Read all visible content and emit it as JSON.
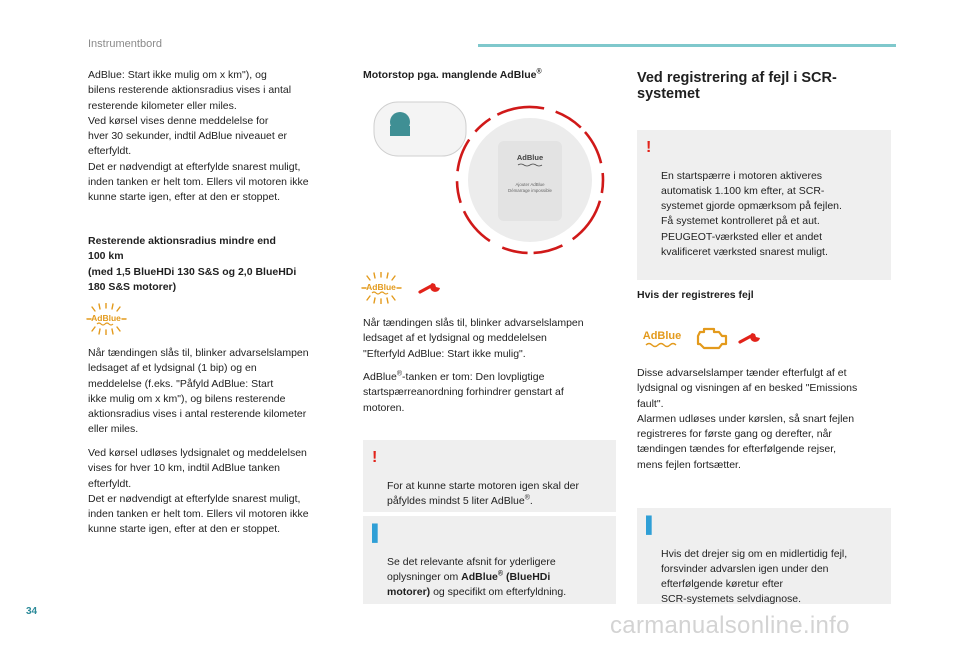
{
  "header": {
    "section": "Instrumentbord",
    "page_number": "34"
  },
  "watermark": "carmanualsonline.info",
  "col1": {
    "p1": "AdBlue: Start ikke mulig om x km\"), og\nbilens resterende aktionsradius vises i antal\nresterende kilometer eller miles.\nVed kørsel vises denne meddelelse for\nhver 30 sekunder, indtil AdBlue niveauet er\nefterfyldt.\nDet er nødvendigt at efterfylde snarest muligt,\ninden tanken er helt tom. Ellers vil motoren ikke\nkunne starte igen, efter at den er stoppet.",
    "heading": "Resterende aktionsradius mindre end\n100 km\n(med 1,5 BlueHDi 130 S&S og 2,0 BlueHDi\n180 S&S motorer)",
    "icon_label": "AdBlue",
    "p2": "Når tændingen slås til, blinker advarselslampen\nledsaget af et lydsignal (1 bip) og en\nmeddelelse (f.eks. \"Påfyld AdBlue: Start\nikke mulig om x km\"), og bilens resterende\naktionsradius vises i antal resterende kilometer\neller miles.",
    "p3": "Ved kørsel udløses lydsignalet og meddelelsen\nvises for hver 10 km, indtil AdBlue tanken\nefterfyldt.\nDet er nødvendigt at efterfylde snarest muligt,\ninden tanken er helt tom. Ellers vil motoren ikke\nkunne starte igen, efter at den er stoppet."
  },
  "col2": {
    "heading": "Motorstop pga. manglende AdBlue",
    "heading_sup": "®",
    "display_badge": "AdBlue",
    "display_line1": "Ajouter AdBlue",
    "display_line2": "Démarrage impossible",
    "icon_label": "AdBlue",
    "p1": "Når tændingen slås til, blinker advarselslampen\nledsaget af et lydsignal og meddelelsen\n\"Efterfyld AdBlue: Start ikke mulig\".",
    "p2_a": "AdBlue",
    "p2_sup": "®",
    "p2_b": "-tanken er tom: Den lovpligtige\nstartspærreanordning forhindrer genstart af\nmotoren.",
    "note1_a": "For at kunne starte motoren igen skal der\npåfyldes mindst 5 liter AdBlue",
    "note1_sup": "®",
    "note1_b": ".",
    "note2_a": "Se det relevante afsnit for yderligere\noplysninger om ",
    "note2_bold1": "AdBlue",
    "note2_sup": "®",
    "note2_bold2": " (BlueHDi\nmotorer)",
    "note2_b": " og specifikt om efterfyldning."
  },
  "col3": {
    "heading": "Ved registrering af fejl i SCR-\nsystemet",
    "note1": "En startspærre i motoren aktiveres\nautomatisk 1.100 km efter, at SCR-\nsystemet gjorde opmærksom på fejlen.\nFå systemet kontrolleret på et aut.\nPEUGEOT-værksted eller et andet\nkvalificeret værksted snarest muligt.",
    "subheading": "Hvis der registreres fejl",
    "icon_label": "AdBlue",
    "p1": "Disse advarselslamper tænder efterfulgt af et\nlydsignal og visningen af en besked \"Emissions\nfault\".\nAlarmen udløses under kørslen, så snart fejlen\nregistreres for første gang og derefter, når\ntændingen tændes for efterfølgende rejser,\nmens fejlen fortsætter.",
    "note2": "Hvis det drejer sig om en midlertidig fejl,\nforsvinder advarslen igen under den\nefterfølgende køretur efter\nSCR-systemets selvdiagnose."
  },
  "colors": {
    "accent": "#7fc8cc",
    "warning_red": "#e2231a",
    "adblue_orange": "#e39a1c",
    "info_blue": "#2f9fd6",
    "note_bg": "#efefef"
  }
}
